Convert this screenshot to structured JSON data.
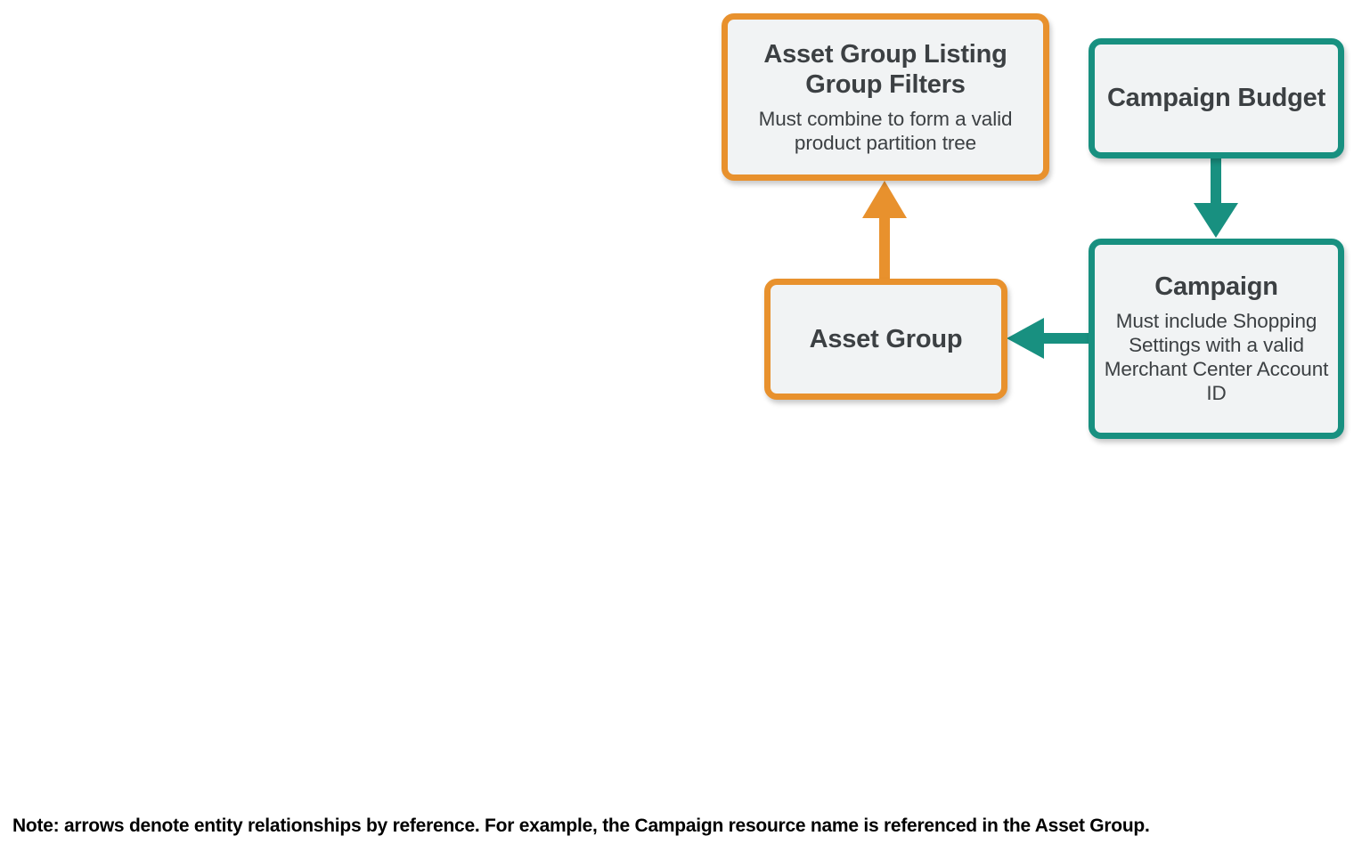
{
  "diagram": {
    "background": "#FFFFFF",
    "palette": {
      "orange": "#E8912D",
      "teal": "#189080",
      "node_fill": "#F1F3F4",
      "node_text": "#3C4043",
      "note_text": "#000000"
    },
    "nodes": [
      {
        "id": "asset-group-listing-group-filters",
        "title": "Asset Group Listing Group Filters",
        "subtitle": "Must combine to form a valid product partition tree",
        "accent": "orange"
      },
      {
        "id": "asset-group",
        "title": "Asset Group",
        "subtitle": "",
        "accent": "orange"
      },
      {
        "id": "campaign-budget",
        "title": "Campaign Budget",
        "subtitle": "",
        "accent": "teal"
      },
      {
        "id": "campaign",
        "title": "Campaign",
        "subtitle": "Must include Shopping Settings with a valid Merchant Center Account ID",
        "accent": "teal"
      }
    ],
    "edges": [
      {
        "id": "asset-group-to-filters",
        "from": "asset-group",
        "to": "asset-group-listing-group-filters",
        "direction": "up",
        "color": "#E8912D"
      },
      {
        "id": "campaign-budget-to-campaign",
        "from": "campaign-budget",
        "to": "campaign",
        "direction": "down",
        "color": "#189080"
      },
      {
        "id": "campaign-to-asset-group",
        "from": "campaign",
        "to": "asset-group",
        "direction": "left",
        "color": "#189080"
      }
    ],
    "note": "Note: arrows denote entity relationships by reference. For example, the Campaign resource name is referenced in the Asset Group."
  }
}
